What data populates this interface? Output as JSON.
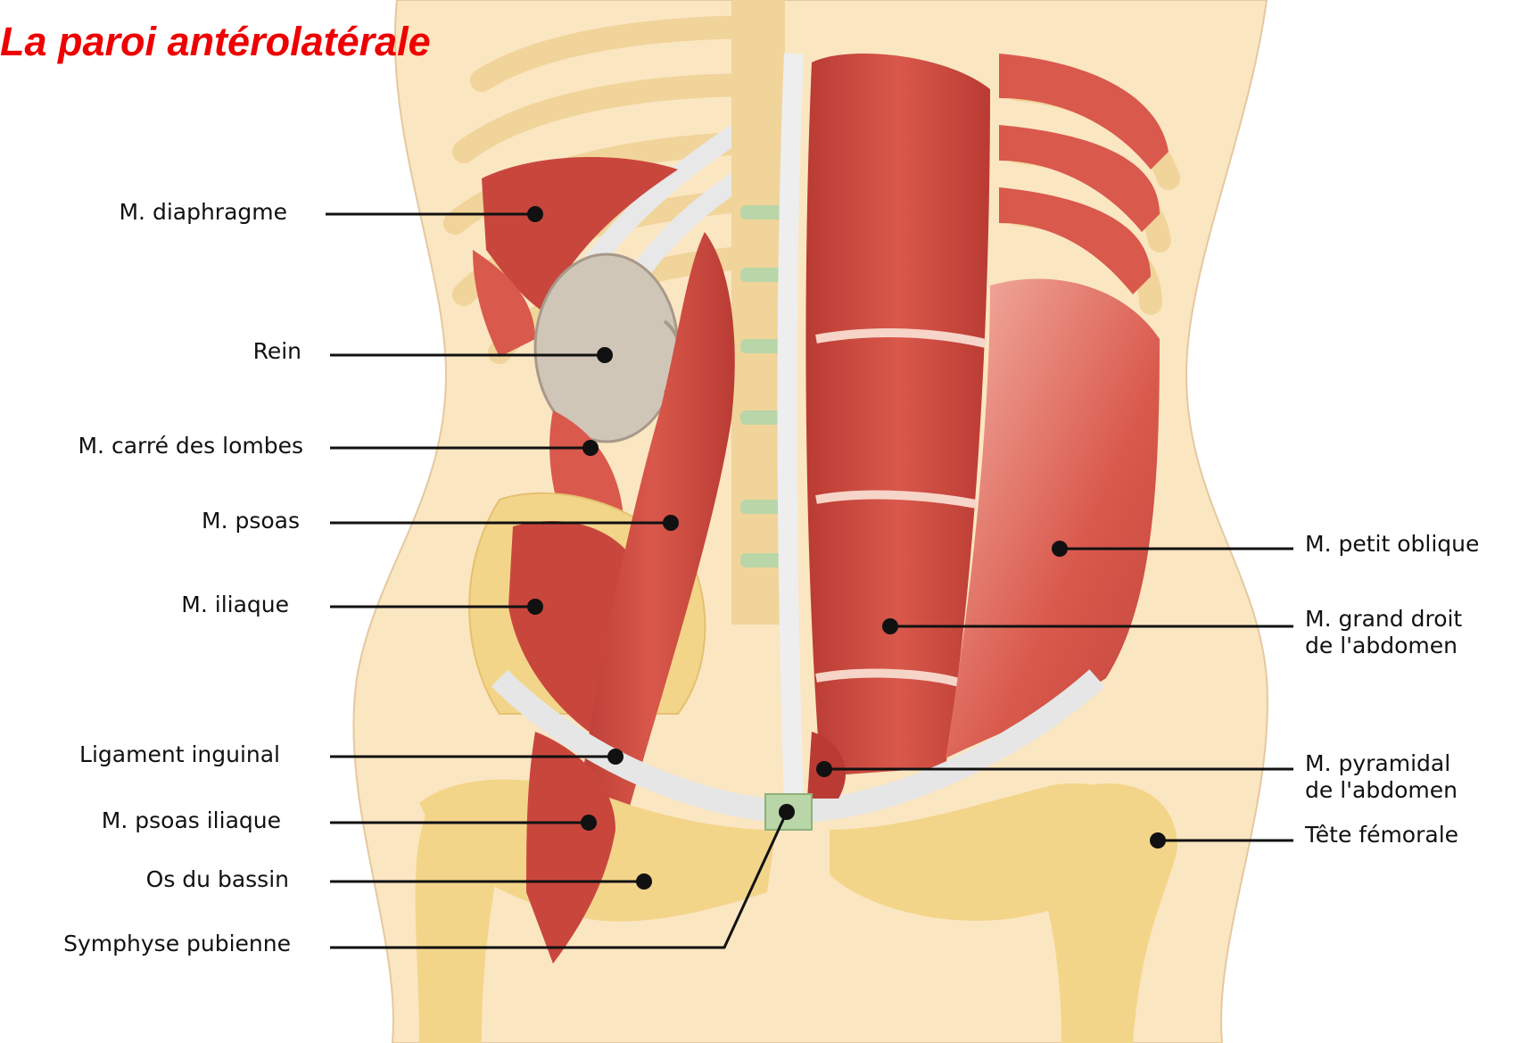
{
  "title": "La paroi antérolatérale",
  "labels_left": {
    "diaphragme": "M. diaphragme",
    "rein": "Rein",
    "carre_lombes": "M. carré des lombes",
    "psoas": "M. psoas",
    "iliaque": "M. iliaque",
    "ligament_inguinal": "Ligament inguinal",
    "psoas_iliaque": "M. psoas iliaque",
    "os_bassin": "Os du bassin",
    "symphyse": "Symphyse pubienne"
  },
  "labels_right": {
    "petit_oblique": "M. petit oblique",
    "grand_droit_1": "M. grand droit",
    "grand_droit_2": "de l'abdomen",
    "pyramidal_1": "M. pyramidal",
    "pyramidal_2": "de l'abdomen",
    "tete_femorale": "Tête fémorale"
  },
  "colors": {
    "title": "#ee0000",
    "skin": "#fbe6c2",
    "bone": "#f3d58a",
    "muscle": "#c9463d",
    "muscle_light": "#e06a5a",
    "tendon": "#eeeeee",
    "kidney": "#cfc6b8",
    "disc": "#b9d6a8"
  }
}
